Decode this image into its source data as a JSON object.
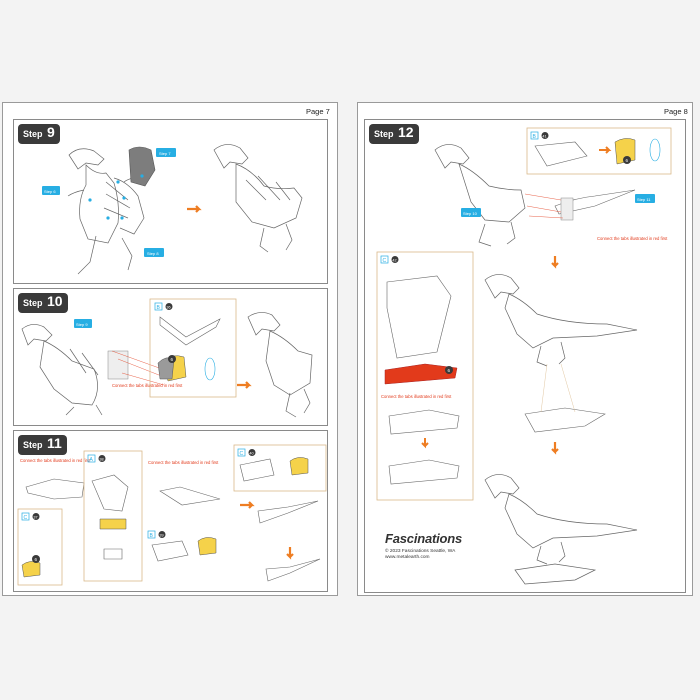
{
  "left_page": {
    "page_label": "Page 7",
    "steps": [
      {
        "word": "Step",
        "number": "9",
        "callouts": [
          "Step 7",
          "Step 6",
          "Step 8"
        ]
      },
      {
        "word": "Step",
        "number": "10",
        "callouts": [
          "Step 9"
        ],
        "part_letter": "B",
        "part_number": "36",
        "badge": "6",
        "note": "Connect the tabs illustrated in red first"
      },
      {
        "word": "Step",
        "number": "11",
        "note_a": "Connect the tabs illustrated in red first",
        "note_b": "Connect the tabs illustrated in red first",
        "part_a_letter": "A",
        "part_a_number": "38",
        "part_b_letter": "C",
        "part_b_number": "37",
        "part_c_letter": "B",
        "part_c_number": "39",
        "part_d_letter": "C",
        "part_d_number": "40",
        "badge": "6"
      }
    ]
  },
  "right_page": {
    "page_label": "Page 8",
    "steps": [
      {
        "word": "Step",
        "number": "12",
        "callouts": [
          "Step 10",
          "Step 11"
        ],
        "part_letter": "B",
        "part_number": "41",
        "badge": "6",
        "note": "Connect the tabs illustrated in red first",
        "sub_part_letter": "C",
        "sub_part_number": "42",
        "sub_badge": "6",
        "sub_note": "Connect the tabs illustrated in red first"
      }
    ],
    "brand": "Fascinations",
    "copyright": "© 2023 Fascinations Seattle, WA",
    "url": "www.metalearth.com"
  },
  "colors": {
    "accent_blue": "#27aee3",
    "step_badge": "#3a3a3a",
    "arrow_orange": "#ee7d22",
    "tab_red": "#e23a1b",
    "part_yellow": "#f5d24a",
    "frame_tan": "#d9b98a",
    "line": "#666666"
  }
}
